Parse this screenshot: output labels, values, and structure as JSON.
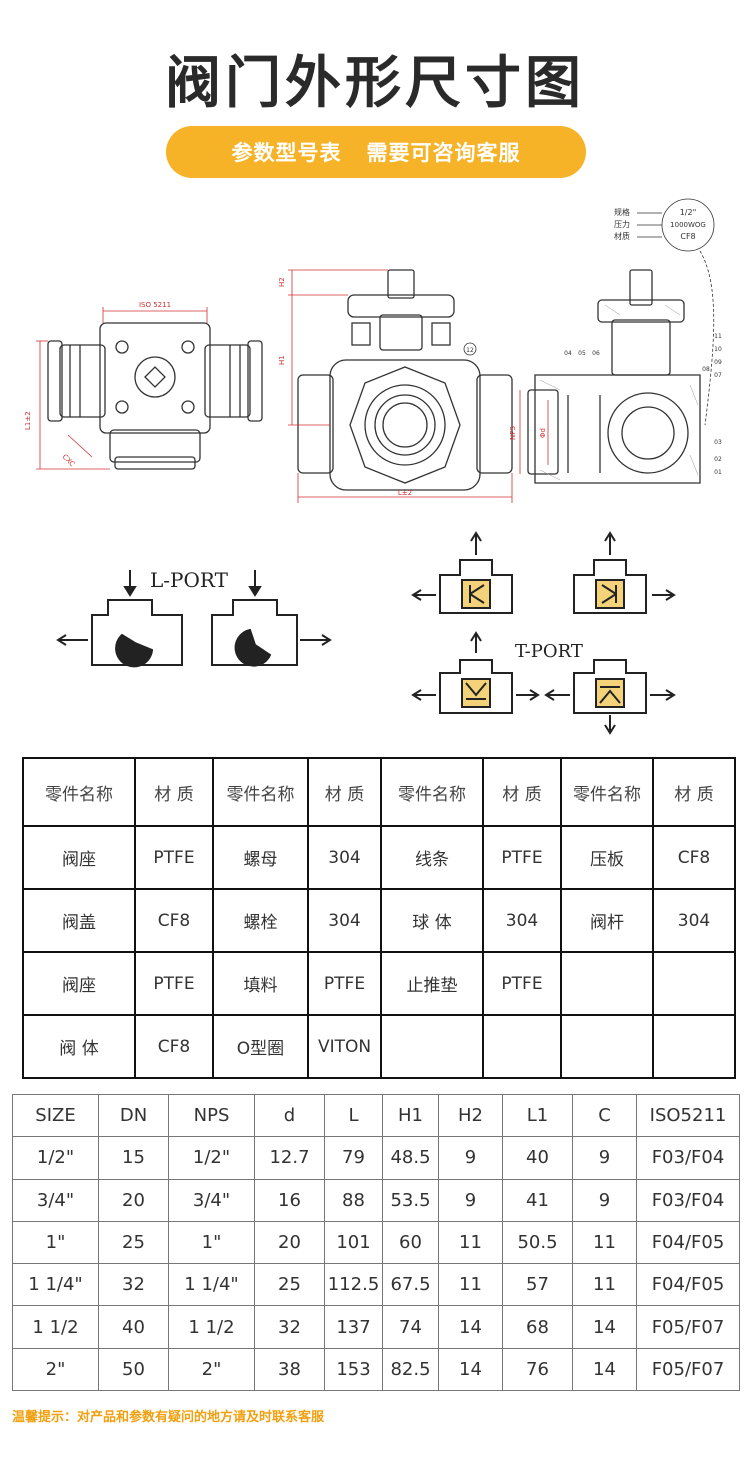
{
  "title": "阀门外形尺寸图",
  "banner": {
    "left": "参数型号表",
    "right": "需要可咨询客服"
  },
  "drawing": {
    "spec_labels": [
      "规格",
      "压力",
      "材质"
    ],
    "spec_values": [
      "1/2\"",
      "1000WOG",
      "CF8"
    ],
    "iso_label": "ISO 5211",
    "h2": "H2",
    "h1": "H1",
    "l1": "L1±2",
    "lx2": "L±2",
    "cxc": "CXC",
    "nps": "NPS",
    "d": "Φd",
    "callouts": [
      "12",
      "04",
      "05",
      "06",
      "11",
      "10",
      "09",
      "08",
      "07",
      "03",
      "02",
      "01"
    ],
    "l_port": "L-PORT",
    "t_port": "T-PORT"
  },
  "parts_table": {
    "headers": [
      "零件名称",
      "材 质",
      "零件名称",
      "材 质",
      "零件名称",
      "材 质",
      "零件名称",
      "材 质"
    ],
    "rows": [
      [
        "阀座",
        "PTFE",
        "螺母",
        "304",
        "线条",
        "PTFE",
        "压板",
        "CF8"
      ],
      [
        "阀盖",
        "CF8",
        "螺栓",
        "304",
        "球 体",
        "304",
        "阀杆",
        "304"
      ],
      [
        "阀座",
        "PTFE",
        "填料",
        "PTFE",
        "止推垫",
        "PTFE",
        "",
        ""
      ],
      [
        "阀 体",
        "CF8",
        "O型圈",
        "VITON",
        "",
        "",
        "",
        ""
      ]
    ]
  },
  "size_table": {
    "headers": [
      "SIZE",
      "DN",
      "NPS",
      "d",
      "L",
      "H1",
      "H2",
      "L1",
      "C",
      "ISO5211"
    ],
    "rows": [
      [
        "1/2\"",
        "15",
        "1/2\"",
        "12.7",
        "79",
        "48.5",
        "9",
        "40",
        "9",
        "F03/F04"
      ],
      [
        "3/4\"",
        "20",
        "3/4\"",
        "16",
        "88",
        "53.5",
        "9",
        "41",
        "9",
        "F03/F04"
      ],
      [
        "1\"",
        "25",
        "1\"",
        "20",
        "101",
        "60",
        "11",
        "50.5",
        "11",
        "F04/F05"
      ],
      [
        "1 1/4\"",
        "32",
        "1 1/4\"",
        "25",
        "112.5",
        "67.5",
        "11",
        "57",
        "11",
        "F04/F05"
      ],
      [
        "1 1/2",
        "40",
        "1 1/2",
        "32",
        "137",
        "74",
        "14",
        "68",
        "14",
        "F05/F07"
      ],
      [
        "2\"",
        "50",
        "2\"",
        "38",
        "153",
        "82.5",
        "14",
        "76",
        "14",
        "F05/F07"
      ]
    ]
  },
  "note": "温馨提示：对产品和参数有疑问的地方请及时联系客服",
  "colors": {
    "banner": "#f6b328",
    "note": "#f0a010",
    "dimension": "#d03030"
  }
}
